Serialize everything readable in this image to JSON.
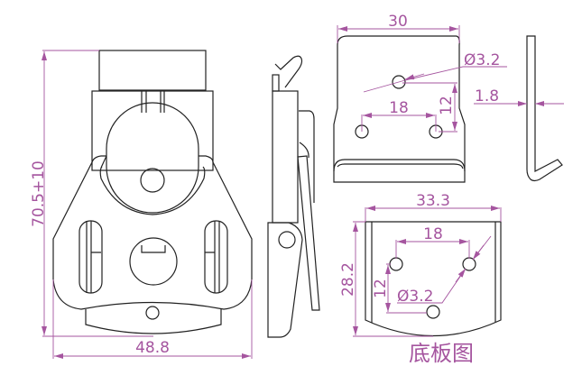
{
  "front_view": {
    "height_dim": "70.5+10",
    "width_dim": "48.8"
  },
  "top_plate_view": {
    "width_dim": "30",
    "hole_dia": "Ø3.2",
    "hole_spacing": "18",
    "vertical_offset": "12"
  },
  "hook_side_view": {
    "thickness_dim": "1.8"
  },
  "base_plate_view": {
    "width_dim": "33.3",
    "height_dim": "28.2",
    "hole_spacing": "18",
    "vertical_offset": "12",
    "hole_dia": "Ø3.2",
    "caption": "底板图"
  },
  "colors": {
    "dimension": "#a5559f",
    "outline": "#222222"
  }
}
